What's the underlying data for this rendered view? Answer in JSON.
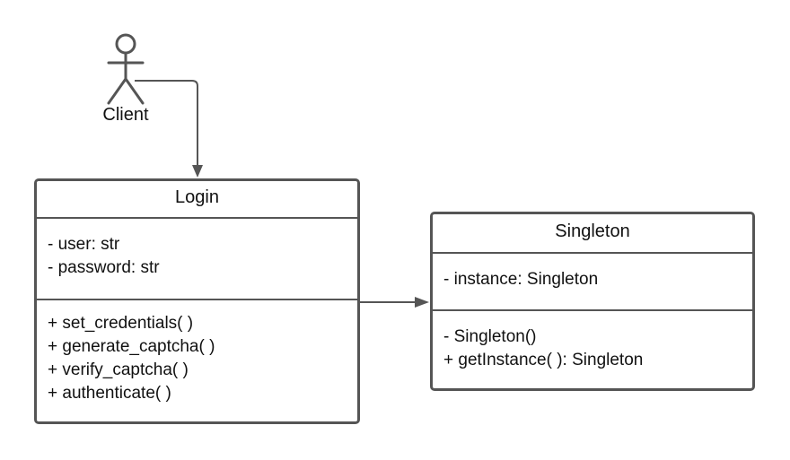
{
  "actor": {
    "label": "Client",
    "icon": "stick-figure-icon"
  },
  "classes": {
    "login": {
      "name": "Login",
      "attributes": [
        "- user: str",
        "- password: str"
      ],
      "methods": [
        "+ set_credentials( )",
        "+ generate_captcha( )",
        "+ verify_captcha( )",
        "+ authenticate( )"
      ]
    },
    "singleton": {
      "name": "Singleton",
      "attributes": [
        "- instance: Singleton"
      ],
      "methods": [
        "- Singleton()",
        "+ getInstance( ): Singleton"
      ]
    }
  },
  "relationships": [
    {
      "from": "Client",
      "to": "Login",
      "type": "association",
      "arrow": "open-head"
    },
    {
      "from": "Login",
      "to": "Singleton",
      "type": "association",
      "arrow": "solid-head"
    }
  ],
  "colors": {
    "stroke": "#555555",
    "text": "#111111",
    "background": "#ffffff"
  }
}
